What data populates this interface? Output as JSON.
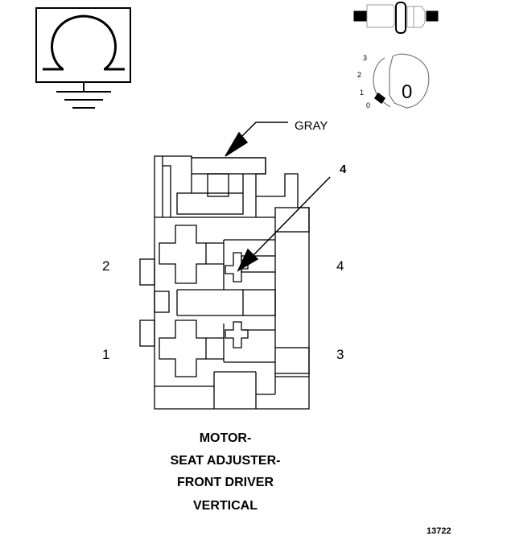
{
  "labels": {
    "wire_color": "GRAY",
    "callout": "4",
    "pins": {
      "p1": "1",
      "p2": "2",
      "p3": "3",
      "p4": "4"
    }
  },
  "key_positions": [
    "3",
    "2",
    "1",
    "0"
  ],
  "key_indicator": "0",
  "caption": {
    "line1": "MOTOR-",
    "line2": "SEAT ADJUSTER-",
    "line3": "FRONT DRIVER",
    "line4": "VERTICAL"
  },
  "figure_number": "13722",
  "icons": [
    "motor-ground-symbol-icon",
    "connector-icon",
    "ignition-key-icon"
  ]
}
